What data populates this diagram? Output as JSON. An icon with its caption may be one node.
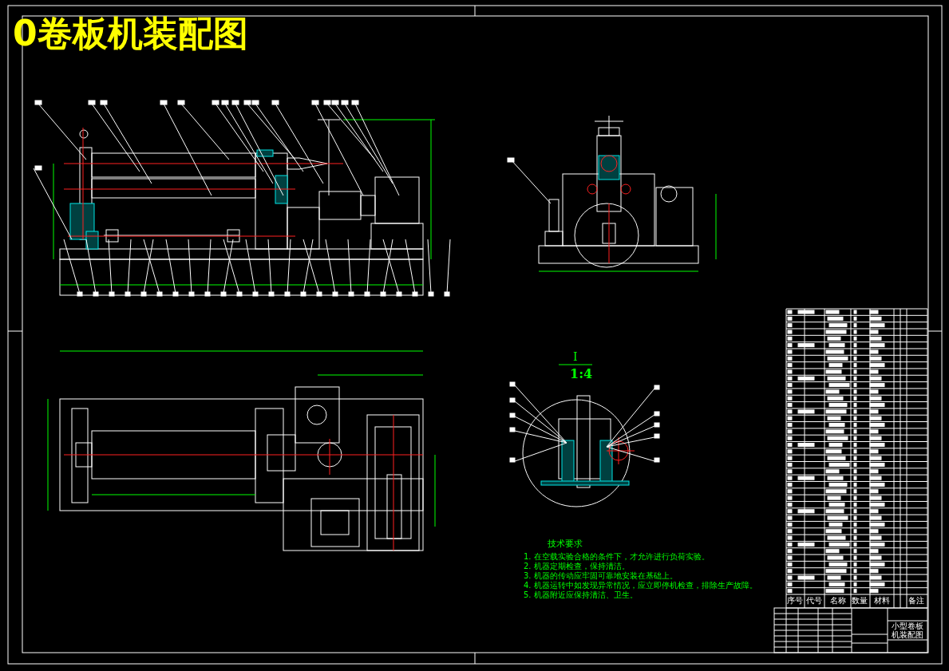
{
  "diagram": {
    "title": "0卷板机装配图",
    "labels": [
      "I",
      "1:4",
      "技术要求",
      "1. 在空载实验合格的条件下，才允许进行负荷实验。",
      "2. 机器定期检查，保持清洁。",
      "3. 机器的传动应牢固可靠地安装在基础上。",
      "4. 机器运转中如发现异常情况，应立即停机检查，排除生产故障。",
      "5. 机器附近应保持清洁、卫生。",
      "序号",
      "代号",
      "名称",
      "数量",
      "材料",
      "备注",
      "小型卷板机装配图"
    ]
  }
}
